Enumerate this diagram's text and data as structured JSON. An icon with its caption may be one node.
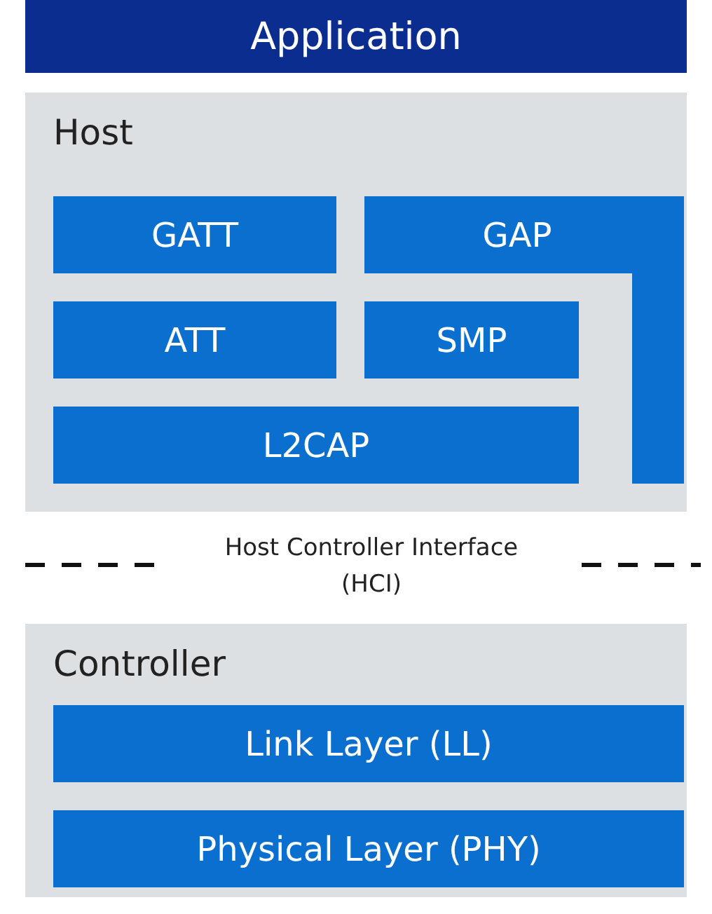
{
  "diagram": {
    "nodes": [
      {
        "text": [
          "Application"
        ]
      },
      {
        "text": [
          "Host"
        ]
      },
      {
        "text": [
          "GATT"
        ],
        "in": 1
      },
      {
        "text": [
          "GAP"
        ],
        "in": 1
      },
      {
        "text": [
          "ATT"
        ],
        "in": 1
      },
      {
        "text": [
          "SMP"
        ],
        "in": 1
      },
      {
        "text": [
          "L2CAP"
        ],
        "in": 1
      },
      {
        "text": [
          "Controller"
        ]
      },
      {
        "text": [
          "Link Layer (LL)"
        ],
        "in": 7
      },
      {
        "text": [
          "Physical Layer (PHY)"
        ],
        "in": 7
      }
    ],
    "edges": [],
    "labels": [
      "Host Controller Interface (HCI)"
    ]
  }
}
